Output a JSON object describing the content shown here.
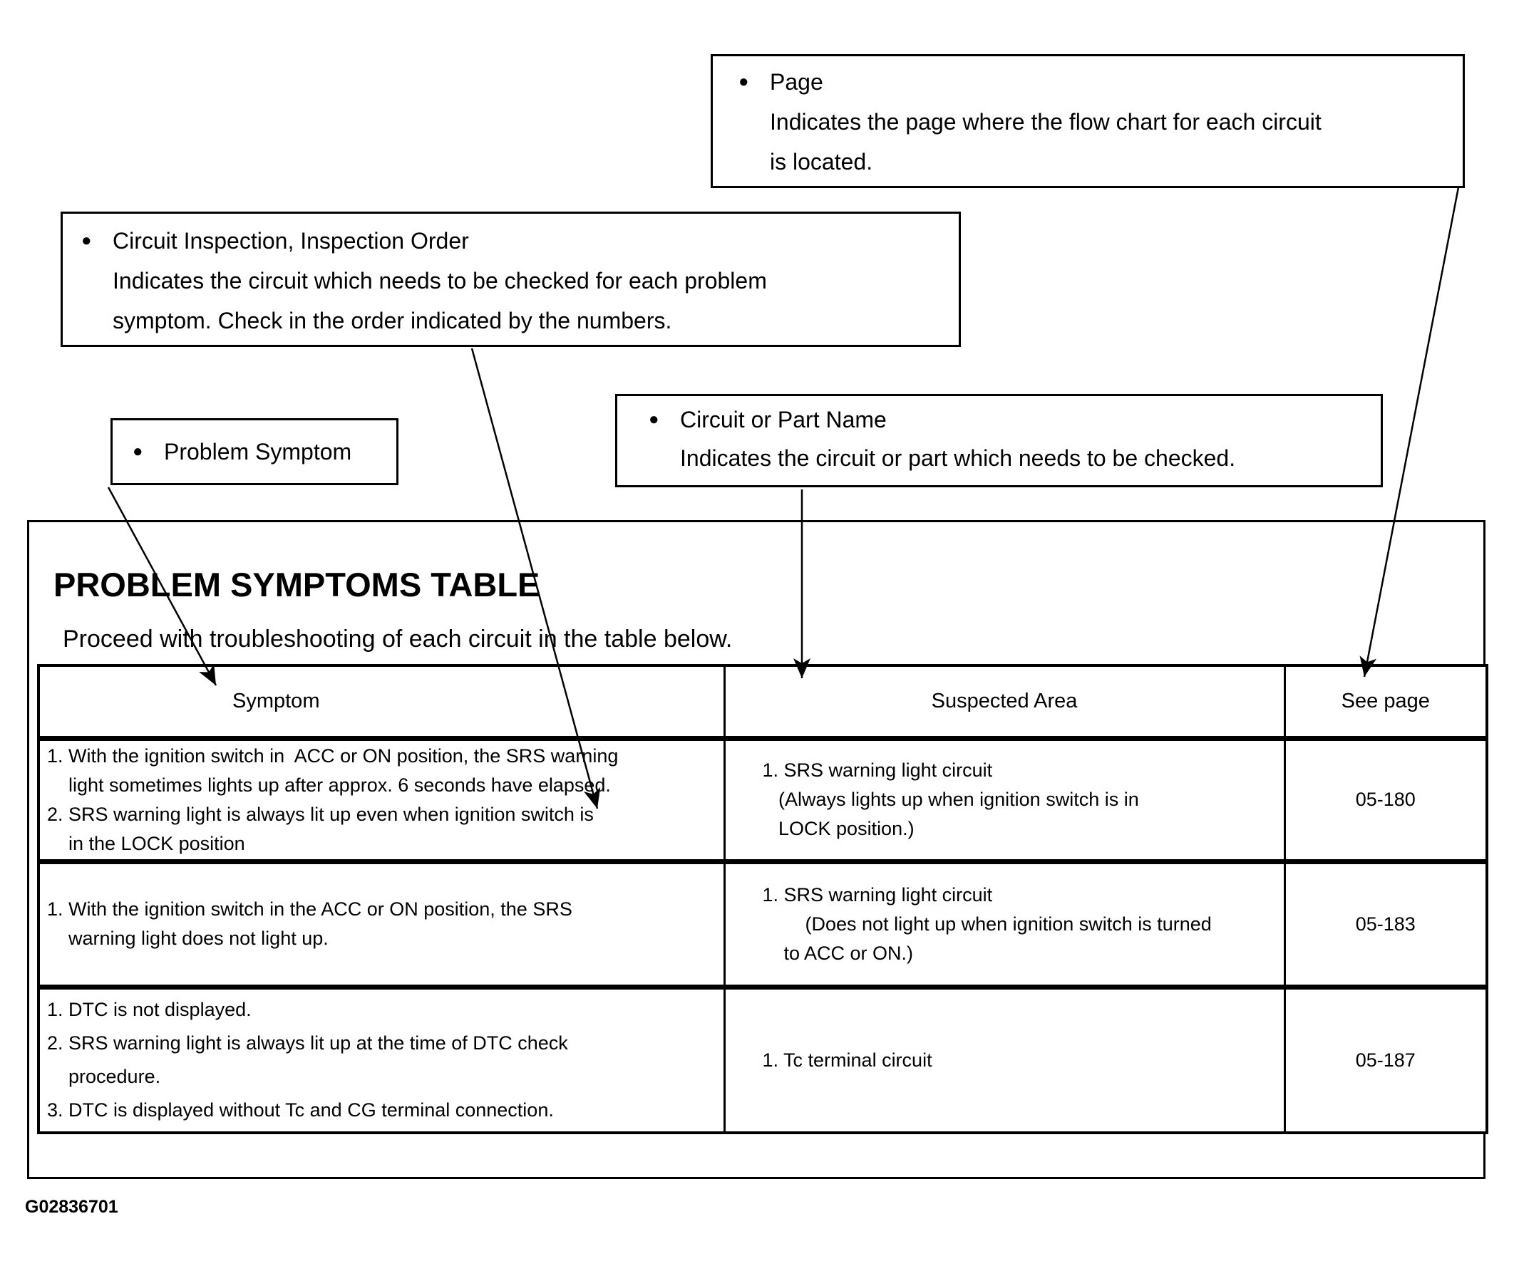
{
  "callouts": {
    "page": {
      "title": "Page",
      "lines": [
        "Indicates the page where the flow chart for each circuit",
        "is located."
      ]
    },
    "inspection": {
      "title": "Circuit Inspection, Inspection Order",
      "lines": [
        "Indicates the circuit which needs to be checked for each problem",
        "symptom. Check in the order indicated by the numbers."
      ]
    },
    "symptom": {
      "title": "Problem Symptom"
    },
    "part": {
      "title": "Circuit or Part Name",
      "lines": [
        "Indicates the circuit or part which needs to be checked."
      ]
    }
  },
  "main": {
    "title": "PROBLEM SYMPTOMS TABLE",
    "subtitle": "Proceed with troubleshooting of each circuit in the table below.",
    "figure_id": "G02836701"
  },
  "table": {
    "headers": [
      "Symptom",
      "Suspected Area",
      "See page"
    ],
    "rows": [
      {
        "symptom": [
          "1. With the ignition switch in  ACC or ON position, the SRS warning",
          "    light sometimes lights up after approx. 6 seconds have elapsed.",
          "2. SRS warning light is always lit up even when ignition switch is",
          "    in the LOCK position"
        ],
        "suspected": [
          "1. SRS warning light circuit",
          "   (Always lights up when ignition switch is in",
          "   LOCK position.)"
        ],
        "page": "05-180"
      },
      {
        "symptom": [
          "1. With the ignition switch in the ACC or ON position, the SRS",
          "    warning light does not light up."
        ],
        "suspected": [
          "1. SRS warning light circuit",
          "        (Does not light up when ignition switch is turned",
          "    to ACC or ON.)"
        ],
        "page": "05-183"
      },
      {
        "symptom": [
          "1. DTC is not displayed.",
          "2. SRS warning light is always lit up at the time of DTC check",
          "    procedure.",
          "3. DTC is displayed without Tc and CG terminal connection."
        ],
        "suspected": [
          "1. Tc terminal circuit"
        ],
        "page": "05-187"
      }
    ]
  }
}
